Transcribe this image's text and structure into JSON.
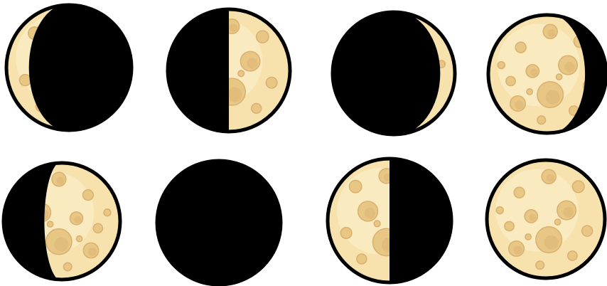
{
  "colors": {
    "background": "#ffffff",
    "shadow": "#000000",
    "moon_fill": "#f7e2ad",
    "moon_highlight": "#fbf0cf",
    "crater_fill": "#e8c684",
    "crater_ring": "#d9b070",
    "outline": "#000000"
  },
  "phases": [
    {
      "id": "waxing-crescent-thin",
      "lit_side": "left",
      "lit_fraction": 0.18
    },
    {
      "id": "first-quarter",
      "lit_side": "right",
      "lit_fraction": 0.5
    },
    {
      "id": "crescent-thin-right",
      "lit_side": "right",
      "lit_fraction": 0.12
    },
    {
      "id": "waning-gibbous",
      "lit_side": "left",
      "lit_fraction": 0.82
    },
    {
      "id": "waxing-gibbous",
      "lit_side": "right",
      "lit_fraction": 0.65
    },
    {
      "id": "new-moon",
      "lit_side": "none",
      "lit_fraction": 0.0
    },
    {
      "id": "last-quarter",
      "lit_side": "left",
      "lit_fraction": 0.5
    },
    {
      "id": "full-moon",
      "lit_side": "both",
      "lit_fraction": 1.0
    }
  ]
}
